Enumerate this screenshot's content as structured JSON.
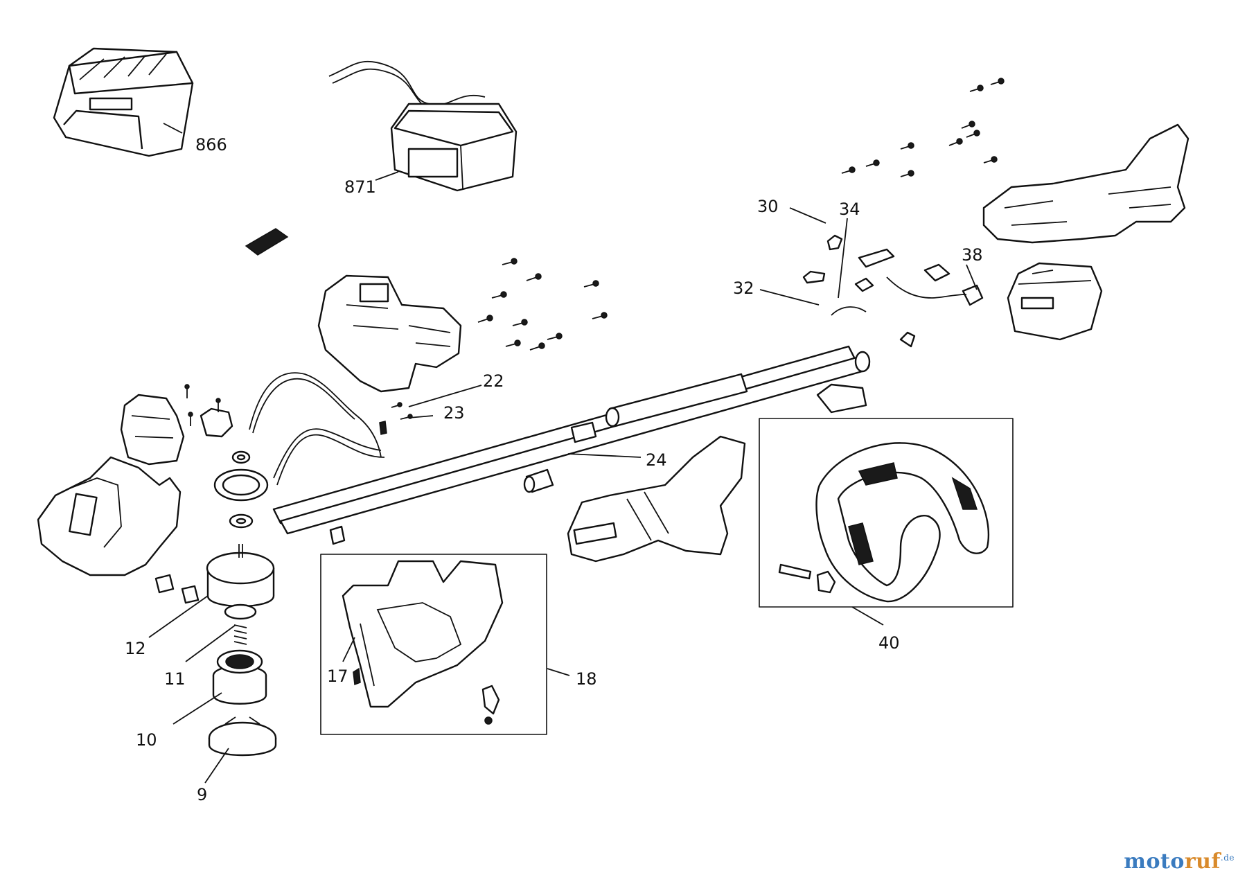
{
  "labels": {
    "p866": "866",
    "p871": "871",
    "p30": "30",
    "p34": "34",
    "p38": "38",
    "p32": "32",
    "p22": "22",
    "p23": "23",
    "p24": "24",
    "p12": "12",
    "p11": "11",
    "p10": "10",
    "p9": "9",
    "p17": "17",
    "p18": "18",
    "p40": "40"
  },
  "watermark": {
    "part1": "moto",
    "part2": "ruf",
    "suffix": ".de"
  }
}
